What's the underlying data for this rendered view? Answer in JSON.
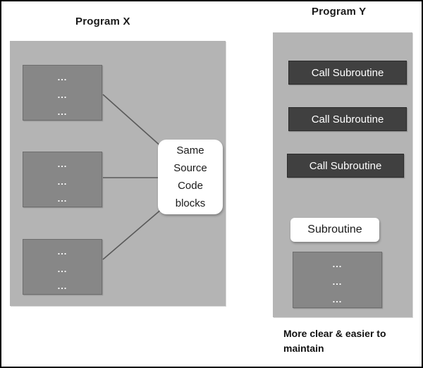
{
  "figure": {
    "left_panel": {
      "title": "Program X",
      "blocks": [
        {
          "dots": [
            "...",
            "...",
            "..."
          ]
        },
        {
          "dots": [
            "...",
            "...",
            "..."
          ]
        },
        {
          "dots": [
            "...",
            "...",
            "..."
          ]
        }
      ],
      "callout": {
        "lines": [
          "Same",
          "Source",
          "Code",
          "blocks"
        ]
      }
    },
    "right_panel": {
      "title": "Program Y",
      "calls": [
        {
          "label": "Call Subroutine"
        },
        {
          "label": "Call Subroutine"
        },
        {
          "label": "Call Subroutine"
        }
      ],
      "subroutine_label": "Subroutine",
      "subroutine_block": {
        "dots": [
          "...",
          "...",
          "..."
        ]
      },
      "caption": "More clear & easier to maintain"
    }
  },
  "colors": {
    "panel_fill": "#b4b4b4",
    "code_block_fill": "#878787",
    "call_bar_fill": "#404040",
    "callout_fill": "#ffffff",
    "line_stroke": "#5a5a5a",
    "frame_stroke": "#000000",
    "text_dark": "#1a1a1a",
    "text_light": "#ffffff"
  }
}
